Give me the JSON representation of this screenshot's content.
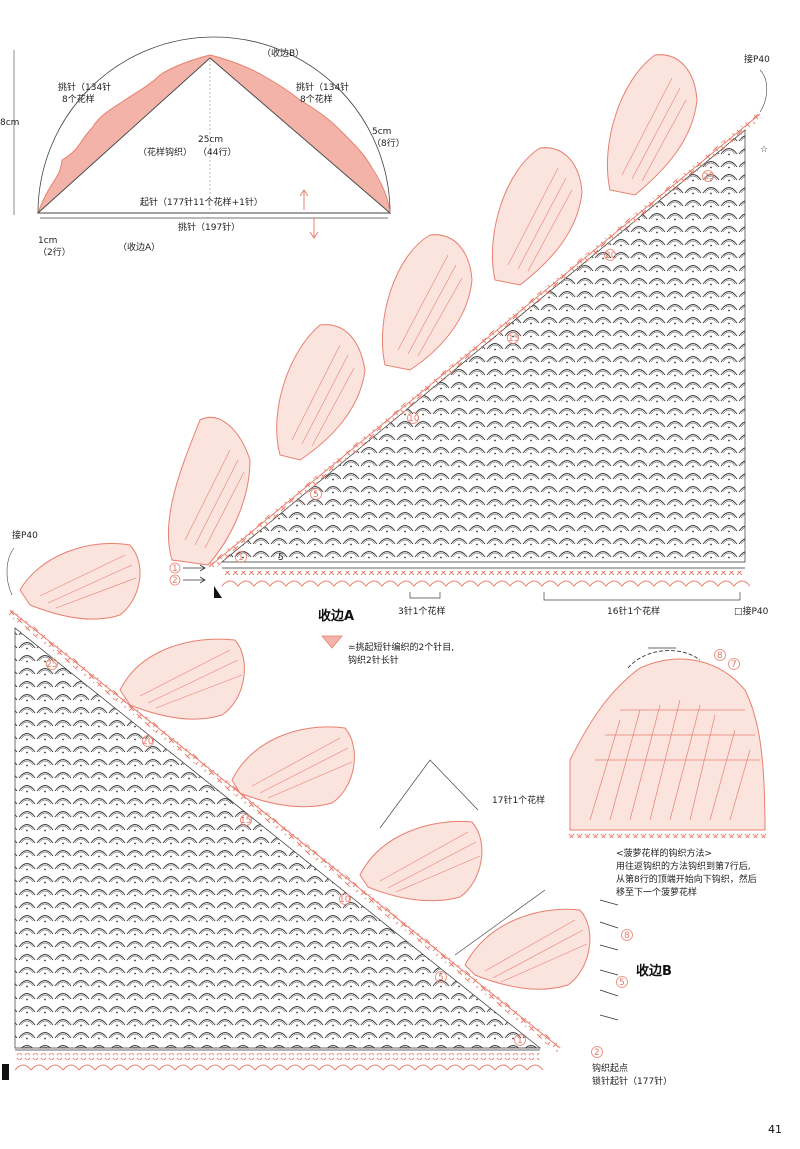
{
  "shape": {
    "pickup_left": "挑针（134针",
    "pickup_left2": "8个花样",
    "pickup_right": "挑针（134针",
    "pickup_right2": "8个花样",
    "edge_b_top": "（收边B）",
    "height_8": "8cm",
    "depth_25cm": "25cm",
    "depth_44": "（44行）",
    "pattern": "（花样钩织）",
    "edge_5cm": "5cm",
    "edge_8rows": "（8行）",
    "start": "起针（177针11个花样+1针）",
    "pickup_bottom": "挑针（197针）",
    "cm1": "1cm",
    "rows2": "（2行）",
    "edge_a_bottom": "（收边A）"
  },
  "labels": {
    "join_p40_top": "接P40",
    "join_p40_left": "接P40",
    "join_p40_mid": "□接P40",
    "edge_a": "收边A",
    "edge_b": "收边B",
    "repeat_3": "3针1个花样",
    "repeat_16": "16针1个花样",
    "repeat_17": "17针1个花样",
    "symbol_note1": "=挑起短针编织的2个针目,",
    "symbol_note2": "钩织2针长针",
    "pineapple_title": "<菠萝花样的钩织方法>",
    "pineapple_1": "用往返钩织的方法钩织到第7行后,",
    "pineapple_2": "从第8行的顶端开始向下钩织，然后",
    "pineapple_3": "移至下一个菠萝花样",
    "start_point": "钩织起点",
    "chain_start": "锁针起针（177针）",
    "page_number": "41"
  },
  "row_markers": {
    "top_chart": [
      "25",
      "20",
      "15",
      "10",
      "5",
      "1",
      "5"
    ],
    "bottom_chart": [
      "25",
      "20",
      "15",
      "10",
      "5",
      "1"
    ],
    "edge_a_rows": [
      "1",
      "2"
    ],
    "edge_b_rows": [
      "8",
      "5",
      "2"
    ],
    "pineapple_rows": [
      "8",
      "7"
    ]
  },
  "colors": {
    "pink": "#e8806f",
    "pink_fill": "#f3b3a8",
    "dark": "#333333"
  }
}
